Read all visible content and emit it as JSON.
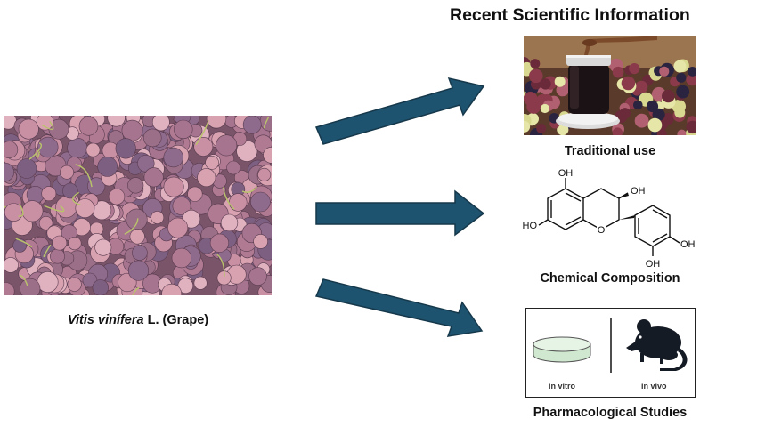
{
  "title": "Recent Scientific Information",
  "grape": {
    "species": "Vitis vinífera",
    "authority_and_common": "L. (Grape)"
  },
  "sections": {
    "traditional_use": "Traditional use",
    "chemical_composition": "Chemical Composition",
    "pharmacological_studies": "Pharmacological Studies"
  },
  "molecule_labels": {
    "oh_top": "OH",
    "oh_ring": "OH",
    "ho_left": "HO",
    "oh_right": "OH",
    "oh_bottom": "OH"
  },
  "pharm_panel": {
    "in_vitro": "in vitro",
    "in_vivo": "in vivo"
  },
  "colors": {
    "arrow": "#1e5370",
    "arrow_border": "#16384b",
    "petri": "#cfe8cf"
  }
}
